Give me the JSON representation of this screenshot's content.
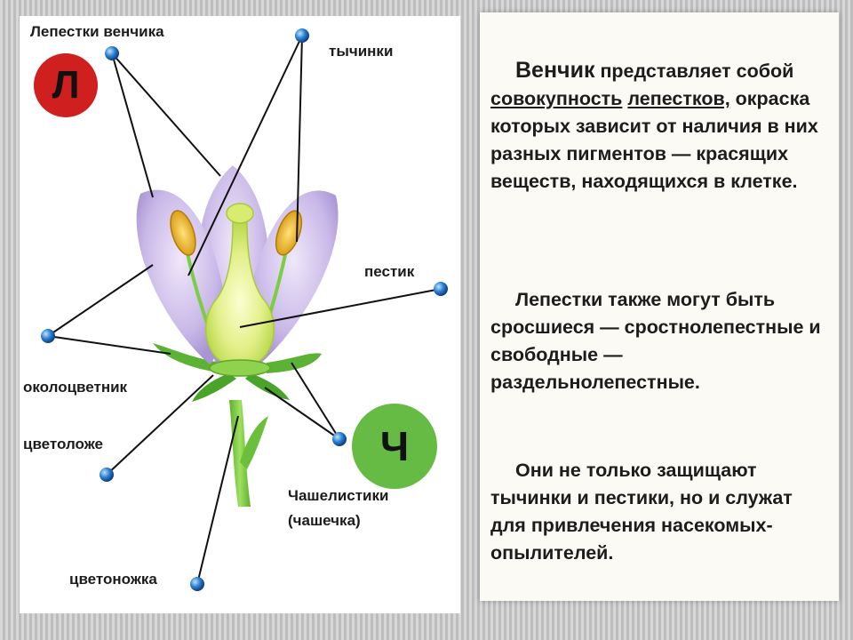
{
  "diagram": {
    "labels": {
      "petals": "Лепестки венчика",
      "stamens": "тычинки",
      "pistil": "пестик",
      "perianth": "околоцветник",
      "receptacle": "цветоложе",
      "sepals_line1": "Чашелистики",
      "sepals_line2": "(чашечка)",
      "pedicel": "цветоножка"
    },
    "badges": {
      "corolla_letter": "Л",
      "calyx_letter": "Ч"
    },
    "colors": {
      "badge_corolla": "#cf1f1f",
      "badge_calyx": "#66bb44",
      "petal": "#c9b8e8",
      "stem": "#7ccc44",
      "pointer_dot": "#2a7fd0"
    }
  },
  "text_panel": {
    "p1": {
      "term": "Венчик",
      "a": "представляет собой",
      "link1": "совокупность",
      "link2": "лепестков,",
      "b": "окраска которых зависит от наличия в них разных пигментов — красящих веществ, находящихся в клетке."
    },
    "p2": "Лепестки также могут быть сросшиеся — сростнолепестные и свободные — раздельнолепестные.",
    "p3": "Они не только защищают тычинки и пестики, но и служат для привлечения насекомых-опылителей."
  }
}
